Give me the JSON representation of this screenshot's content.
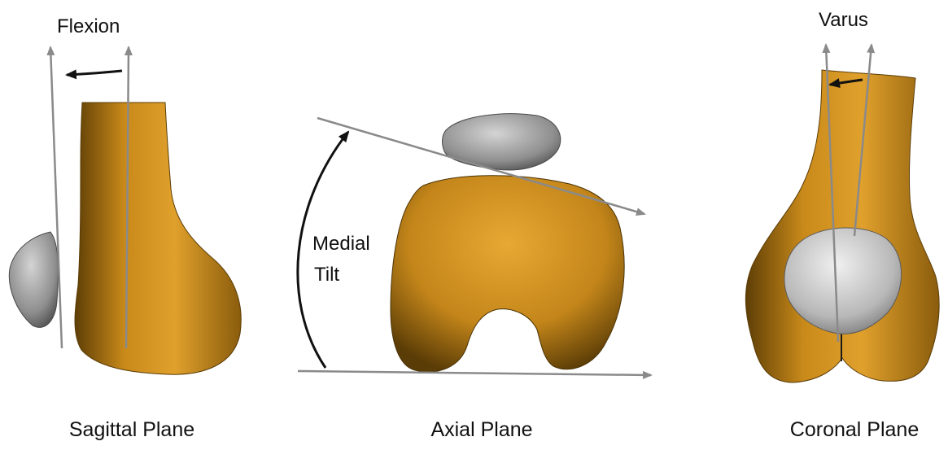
{
  "labels": {
    "flexion": "Flexion",
    "medial_tilt_line1": "Medial",
    "medial_tilt_line2": "Tilt",
    "varus": "Varus"
  },
  "captions": {
    "sagittal": "Sagittal Plane",
    "axial": "Axial Plane",
    "coronal": "Coronal Plane"
  },
  "colors": {
    "bone": "#c98a1a",
    "bone_dark": "#6e4a08",
    "bone_light": "#e8a530",
    "patella": "#9a9a9a",
    "patella_light": "#c8c8c8",
    "axis_line": "#8a8a8a",
    "motion_arrow": "#111111"
  }
}
